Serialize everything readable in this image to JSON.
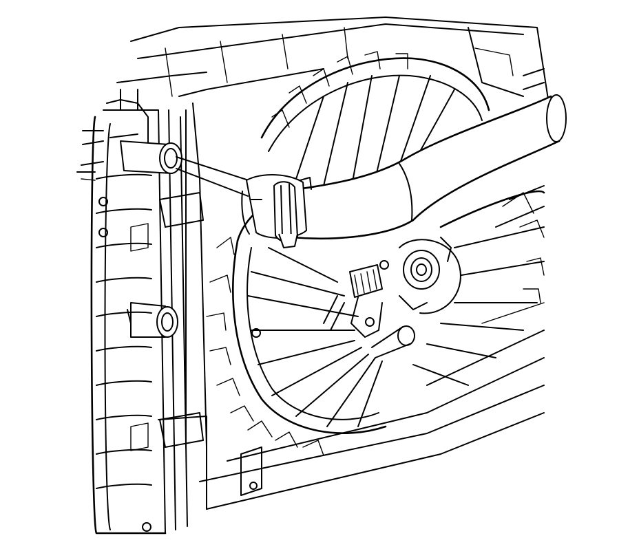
{
  "colors": {
    "background": "#ffffff",
    "line": "#000000"
  },
  "parts": [
    "radiator-core",
    "radiator-side-tank",
    "radiator-outlet-fitting",
    "upper-radiator-hose",
    "hose-clamp",
    "fan-shroud",
    "fan-blades",
    "fan-motor",
    "fan-electrical-connector",
    "fan-mounting-tab"
  ]
}
